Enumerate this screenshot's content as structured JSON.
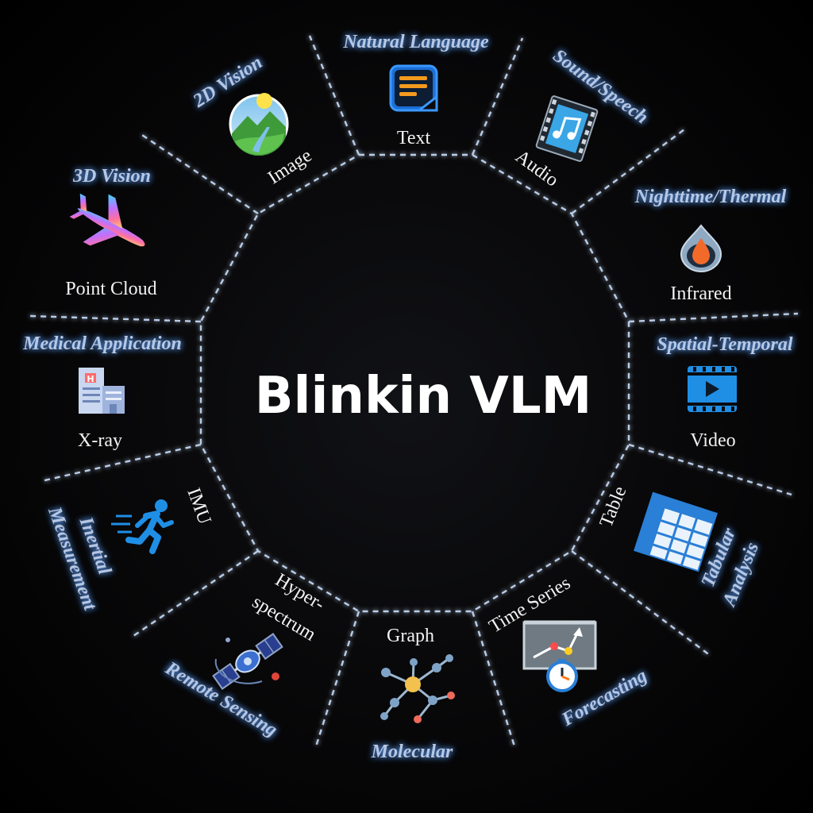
{
  "center": {
    "title": "Blinkin VLM"
  },
  "modalities": [
    {
      "id": "text",
      "category": "Natural Language",
      "label": "Text",
      "icon": "document-icon"
    },
    {
      "id": "audio",
      "category": "Sound/Speech",
      "label": "Audio",
      "icon": "music-film-icon"
    },
    {
      "id": "infrared",
      "category": "Nighttime/Thermal",
      "label": "Infrared",
      "icon": "thermal-drop-icon"
    },
    {
      "id": "video",
      "category": "Spatial-Temporal",
      "label": "Video",
      "icon": "video-play-icon"
    },
    {
      "id": "table",
      "category": "Tabular Analysis",
      "category_lines": [
        "Tabular",
        "Analysis"
      ],
      "label": "Table",
      "icon": "table-grid-icon"
    },
    {
      "id": "timeseries",
      "category": "Forecasting",
      "label": "Time Series",
      "icon": "chart-clock-icon"
    },
    {
      "id": "graph",
      "category": "Molecular",
      "label": "Graph",
      "icon": "molecule-graph-icon"
    },
    {
      "id": "hyperspectrum",
      "category": "Remote Sensing",
      "label": "Hyper-spectrum",
      "label_lines": [
        "Hyper-",
        "spectrum"
      ],
      "icon": "satellite-icon"
    },
    {
      "id": "imu",
      "category": "Inertial Measurement",
      "category_lines": [
        "Inertial",
        "Measurement"
      ],
      "label": "IMU",
      "icon": "running-person-icon"
    },
    {
      "id": "xray",
      "category": "Medical Application",
      "label": "X-ray",
      "icon": "hospital-icon"
    },
    {
      "id": "pointcloud",
      "category": "3D Vision",
      "label": "Point Cloud",
      "icon": "airplane-pointcloud-icon"
    },
    {
      "id": "image",
      "category": "2D Vision",
      "label": "Image",
      "icon": "landscape-image-icon"
    }
  ],
  "colors": {
    "line": "#b9cde8",
    "category_text": "#b6c8e4",
    "label_text": "#f2f2f2",
    "icon_blue": "#2f8fe8",
    "accent_orange": "#f39a1e"
  }
}
